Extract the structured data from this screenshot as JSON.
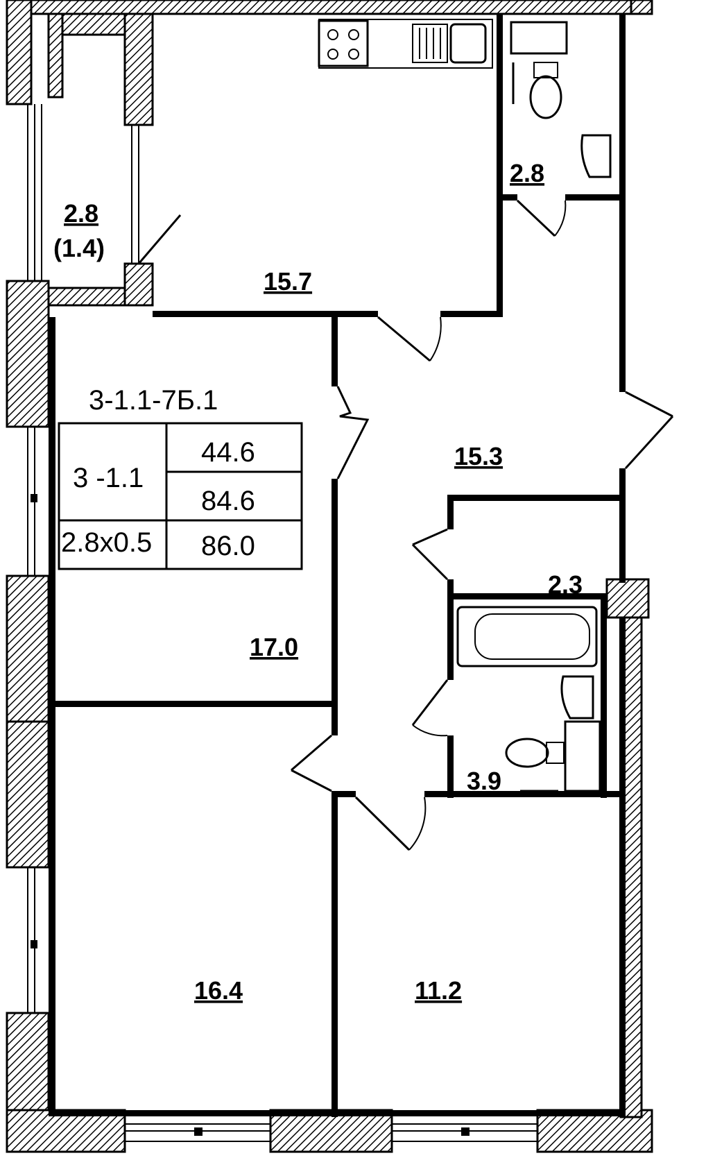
{
  "plan": {
    "code": "3-1.1-7Б.1",
    "table": {
      "type_label": "3 -1.1",
      "balcony_label": "2.8x0.5",
      "living_area": "44.6",
      "total_area": "84.6",
      "total_area_with_balcony": "86.0"
    },
    "rooms": {
      "balcony": {
        "area": "2.8",
        "reduced_area": "(1.4)"
      },
      "kitchen": {
        "area": "15.7"
      },
      "wc": {
        "area": "2.8"
      },
      "hall": {
        "area": "15.3"
      },
      "storage": {
        "area": "2.3"
      },
      "bathroom": {
        "area": "3.9"
      },
      "living_room": {
        "area": "17.0"
      },
      "bedroom_1": {
        "area": "16.4"
      },
      "bedroom_2": {
        "area": "11.2"
      }
    }
  },
  "colors": {
    "wall": "#000000",
    "background": "#ffffff",
    "hatch": "#000000"
  }
}
